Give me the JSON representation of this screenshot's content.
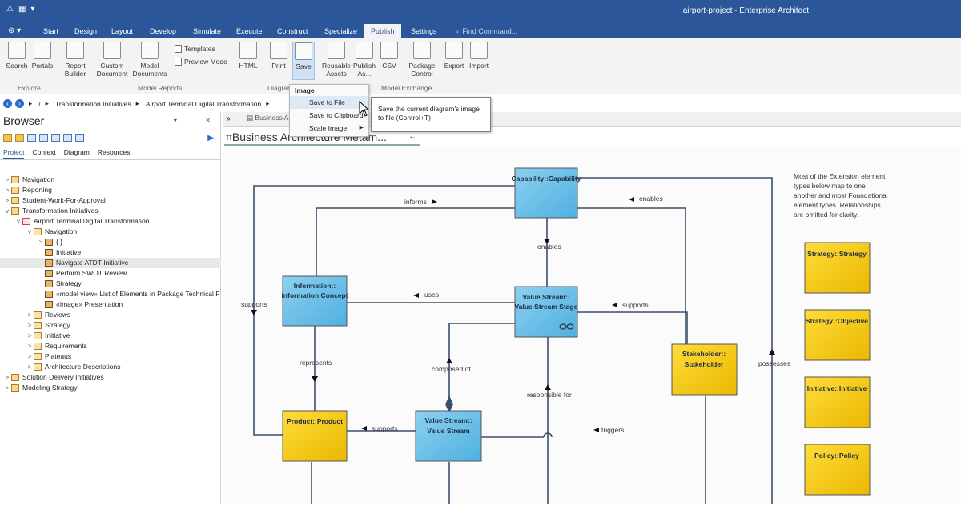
{
  "window": {
    "title": "airport-project - Enterprise Architect"
  },
  "ribbon_tabs": [
    "Start",
    "Design",
    "Layout",
    "Develop",
    "Simulate",
    "Execute",
    "Construct",
    "Specialize",
    "Publish",
    "Settings"
  ],
  "active_tab": "Publish",
  "find_command": "Find Command...",
  "ribbon": {
    "search": "Search",
    "portals": "Portals",
    "report_builder": "Report Builder",
    "custom_document": "Custom Document",
    "model_documents": "Model Documents",
    "templates": "Templates",
    "preview_mode": "Preview Mode",
    "html": "HTML",
    "print": "Print",
    "save": "Save",
    "reusable_assets": "Reusable Assets",
    "publish_as": "Publish As...",
    "csv": "CSV",
    "package_control": "Package Control",
    "export": "Export",
    "import": "Import",
    "group_explore": "Explore",
    "group_model_reports": "Model Reports",
    "group_diagram": "Diagram",
    "group_model_exchange": "Model Exchange"
  },
  "save_menu": {
    "header": "Image",
    "items": [
      "Save to File",
      "Save to Clipboard",
      "Scale Image"
    ]
  },
  "tooltip": "Save the current diagram's image to file (Control+T)",
  "breadcrumb": [
    "Transformation Initiatives",
    "Airport Terminal Digital Transformation"
  ],
  "browser": {
    "title": "Browser",
    "tabs": [
      "Project",
      "Context",
      "Diagram",
      "Resources"
    ],
    "tree": [
      {
        "label": "Navigation",
        "level": 0,
        "expander": ">",
        "icon": "pkg"
      },
      {
        "label": "Reporting",
        "level": 0,
        "expander": ">",
        "icon": "pkg"
      },
      {
        "label": "Student-Work-For-Approval",
        "level": 0,
        "expander": ">",
        "icon": "pkg"
      },
      {
        "label": "Transformation Initiatives",
        "level": 0,
        "expander": "v",
        "icon": "pkg"
      },
      {
        "label": "Airport Terminal Digital Transformation",
        "level": 1,
        "expander": "v",
        "icon": "diag"
      },
      {
        "label": "Navigation",
        "level": 2,
        "expander": "v",
        "icon": "folder"
      },
      {
        "label": "{ }",
        "level": 3,
        "expander": ">",
        "icon": "elem"
      },
      {
        "label": "Initiative",
        "level": 3,
        "expander": "",
        "icon": "elem"
      },
      {
        "label": "Navigate ATDT Initiative",
        "level": 3,
        "expander": "",
        "icon": "elem",
        "highlight": true
      },
      {
        "label": "Perform SWOT Review",
        "level": 3,
        "expander": "",
        "icon": "elem"
      },
      {
        "label": "Strategy",
        "level": 3,
        "expander": "",
        "icon": "elem"
      },
      {
        "label": "«model view» List of Elements in Package Technical F",
        "level": 3,
        "expander": "",
        "icon": "elem"
      },
      {
        "label": "«Image» Presentation",
        "level": 3,
        "expander": "",
        "icon": "elem"
      },
      {
        "label": "Reviews",
        "level": 2,
        "expander": ">",
        "icon": "folder"
      },
      {
        "label": "Strategy",
        "level": 2,
        "expander": ">",
        "icon": "folder"
      },
      {
        "label": "Initiative",
        "level": 2,
        "expander": ">",
        "icon": "folder"
      },
      {
        "label": "Requirements",
        "level": 2,
        "expander": ">",
        "icon": "folder"
      },
      {
        "label": "Plateaus",
        "level": 2,
        "expander": ">",
        "icon": "folder"
      },
      {
        "label": "Architecture Descriptions",
        "level": 2,
        "expander": ">",
        "icon": "folder"
      },
      {
        "label": "Solution Delivery Initiatives",
        "level": 0,
        "expander": ">",
        "icon": "pkg"
      },
      {
        "label": "Modeling Strategy",
        "level": 0,
        "expander": ">",
        "icon": "pkg"
      }
    ]
  },
  "diagram": {
    "tab_label": "Business A",
    "title": "Business Architecture Metam...",
    "note": [
      "Most of the Extension element",
      "types below map to one",
      "another and most Foundational",
      "element types. Relationships",
      "are omitted for clarity."
    ],
    "nodes": {
      "capability": [
        "Capability::Capability"
      ],
      "information": [
        "Information::",
        "Information Concept"
      ],
      "value_stream_stage": [
        "Value Stream::",
        "Value Stream Stage"
      ],
      "stakeholder": [
        "Stakeholder::",
        "Stakeholder"
      ],
      "product": [
        "Product::Product"
      ],
      "value_stream": [
        "Value Stream::",
        "Value Stream"
      ],
      "strategy": [
        "Strategy::Strategy"
      ],
      "objective": [
        "Strategy::Objective"
      ],
      "initiative": [
        "Initiative::Initiative"
      ],
      "policy": [
        "Policy::Policy"
      ]
    },
    "edges": {
      "informs": "informs",
      "enables_top": "enables",
      "enables_mid": "enables",
      "uses": "uses",
      "supports_left": "supports",
      "supports_right": "supports",
      "supports_bottom": "supports",
      "represents": "represents",
      "composed_of": "composed of",
      "responsible_for": "responsible for",
      "triggers": "triggers",
      "possesses": "possesses"
    }
  },
  "colors": {
    "accent": "#2b579a",
    "blue_node": "#5bb7e2",
    "yellow_node": "#f2c200"
  }
}
